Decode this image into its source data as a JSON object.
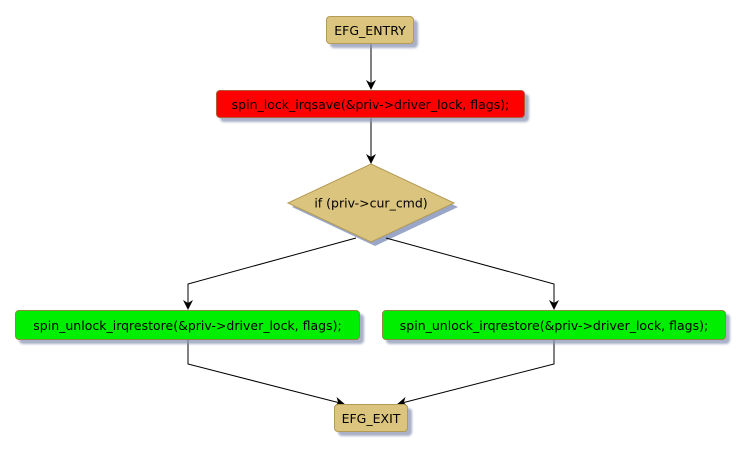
{
  "diagram": {
    "type": "flowchart",
    "nodes": {
      "entry": {
        "label": "EFG_ENTRY",
        "shape": "terminal",
        "color": "#dbc47e"
      },
      "lock": {
        "label": "spin_lock_irqsave(&priv->driver_lock, flags);",
        "shape": "process",
        "color": "#ff0000"
      },
      "cond": {
        "label": "if (priv->cur_cmd)",
        "shape": "decision",
        "color": "#dbc47e"
      },
      "unlock_left": {
        "label": "spin_unlock_irqrestore(&priv->driver_lock, flags);",
        "shape": "process",
        "color": "#00ee00"
      },
      "unlock_right": {
        "label": "spin_unlock_irqrestore(&priv->driver_lock, flags);",
        "shape": "process",
        "color": "#00ee00"
      },
      "exit": {
        "label": "EFG_EXIT",
        "shape": "terminal",
        "color": "#dbc47e"
      }
    },
    "edges": [
      {
        "from": "entry",
        "to": "lock"
      },
      {
        "from": "lock",
        "to": "cond"
      },
      {
        "from": "cond",
        "to": "unlock_left"
      },
      {
        "from": "cond",
        "to": "unlock_right"
      },
      {
        "from": "unlock_left",
        "to": "exit"
      },
      {
        "from": "unlock_right",
        "to": "exit"
      }
    ]
  }
}
